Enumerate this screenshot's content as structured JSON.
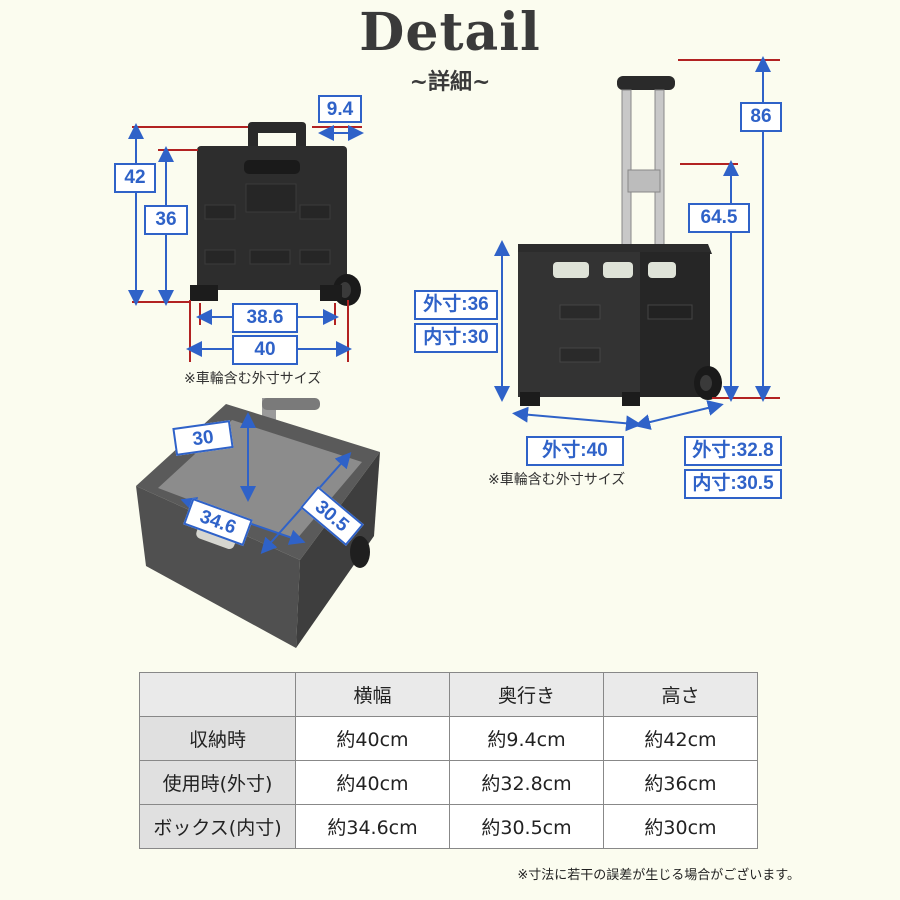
{
  "header": {
    "title": "Detail",
    "subtitle": "~詳細~"
  },
  "figure_front": {
    "labels": {
      "total_height": "42",
      "box_height": "36",
      "folded_depth": "9.4",
      "inner_width": "38.6",
      "outer_width": "40"
    },
    "note": "※車輪含む外寸サイズ"
  },
  "figure_side": {
    "labels": {
      "handle_height": "86",
      "handle_mid": "64.5",
      "outer_height": "外寸:36",
      "inner_height": "内寸:30",
      "outer_width": "外寸:40",
      "outer_depth": "外寸:32.8",
      "inner_depth": "内寸:30.5"
    },
    "note": "※車輪含む外寸サイズ"
  },
  "figure_inside": {
    "labels": {
      "depth": "30",
      "width": "34.6",
      "depth2": "30.5"
    }
  },
  "spec_table": {
    "headers": [
      "",
      "横幅",
      "奥行き",
      "高さ"
    ],
    "rows": [
      [
        "収納時",
        "約40cm",
        "約9.4cm",
        "約42cm"
      ],
      [
        "使用時(外寸)",
        "約40cm",
        "約32.8cm",
        "約36cm"
      ],
      [
        "ボックス(内寸)",
        "約34.6cm",
        "約30.5cm",
        "約30cm"
      ]
    ]
  },
  "footnote": "※寸法に若干の誤差が生じる場合がございます。",
  "colors": {
    "accent_blue": "#2f62c8",
    "accent_red": "#b22222",
    "product": "#2a2a2a",
    "background": "#fbfcef"
  }
}
